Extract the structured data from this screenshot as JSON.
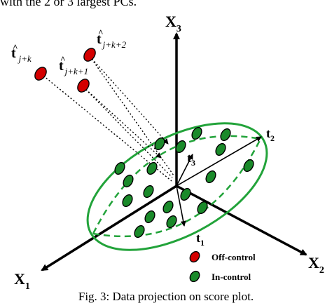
{
  "top_text_fragment": "with the 2 or 3 largest PCs.",
  "axes": {
    "x1": {
      "base": "X",
      "sub": "1"
    },
    "x2": {
      "base": "X",
      "sub": "2"
    },
    "x3": {
      "base": "X",
      "sub": "3"
    }
  },
  "score_vectors": {
    "t1": {
      "base": "t",
      "sub": "1"
    },
    "t2": {
      "base": "t",
      "sub": "2"
    },
    "t3": {
      "base": "t",
      "sub": "3"
    }
  },
  "projected_points": [
    {
      "hat": "^",
      "base": "t",
      "sub": "j+k"
    },
    {
      "hat": "^",
      "base": "t",
      "sub": "j+k+1"
    },
    {
      "hat": "^",
      "base": "t",
      "sub": "j+k+2"
    }
  ],
  "legend": {
    "off_control": "Off-control",
    "in_control": "In-control"
  },
  "colors": {
    "off_control": "#d40000",
    "in_control": "#1a8a2a",
    "ellipse": "#22a33a"
  },
  "caption": "Fig. 3: Data projection on score plot."
}
